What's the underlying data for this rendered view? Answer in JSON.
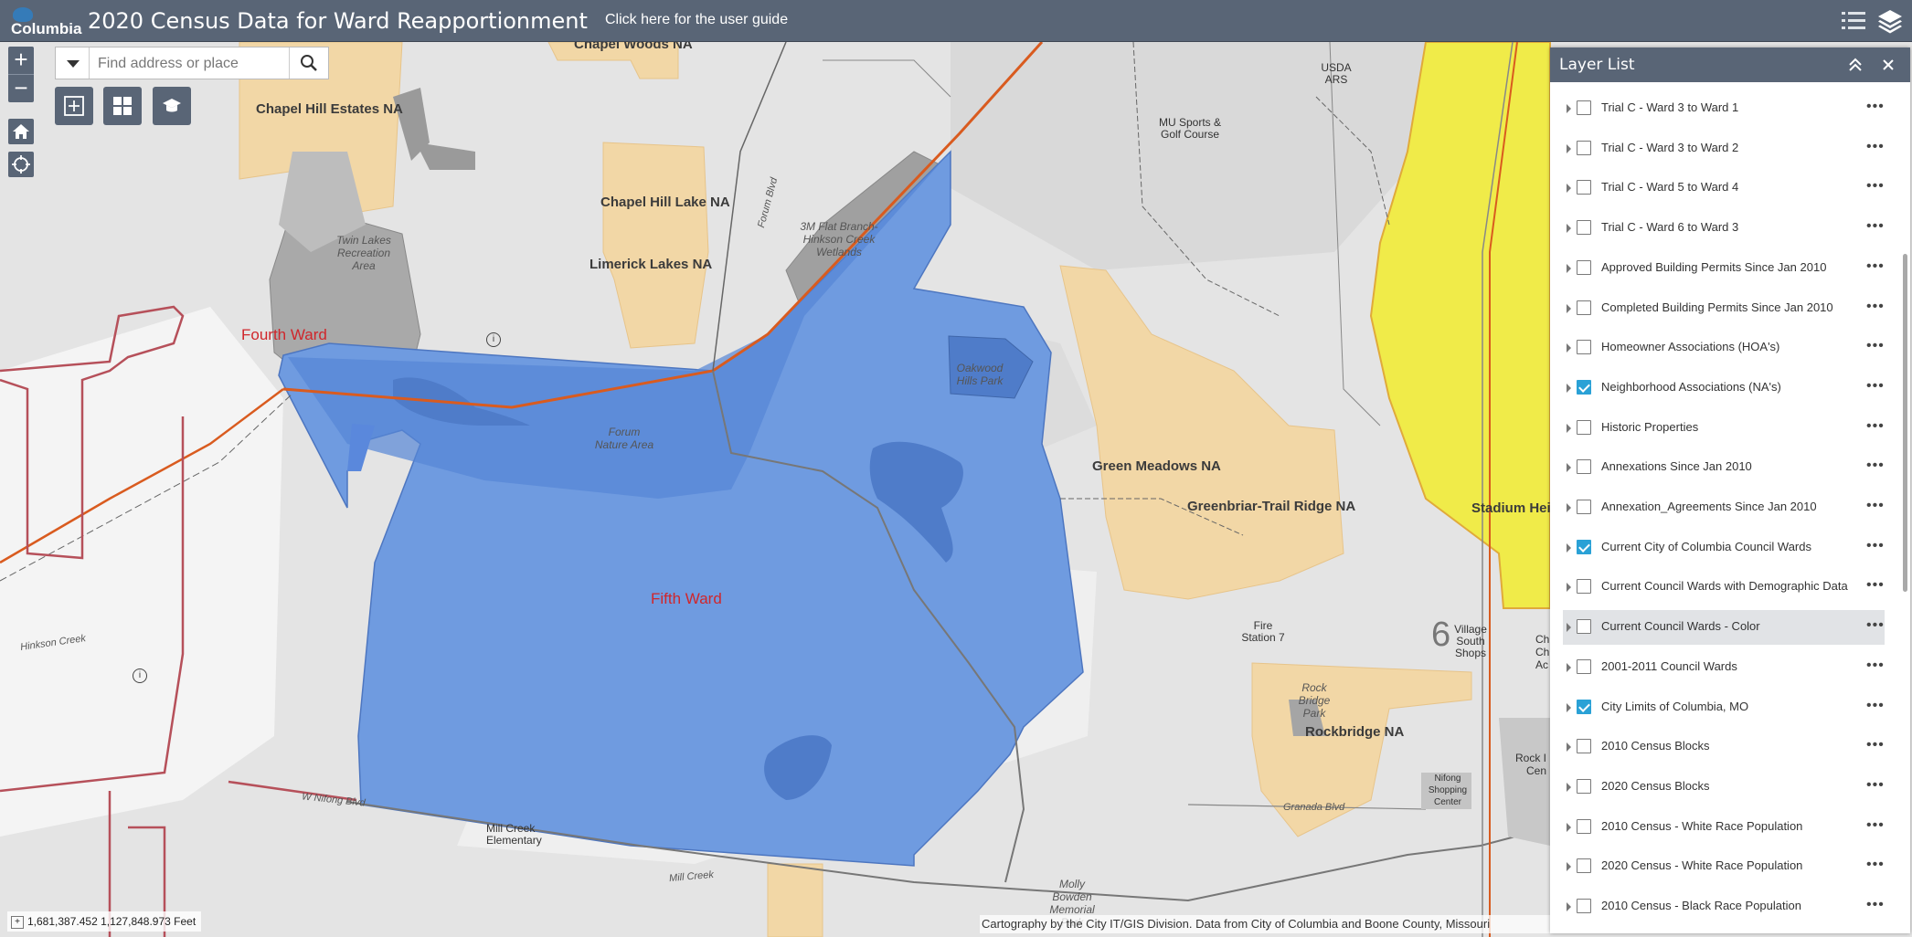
{
  "header": {
    "logo_text": "Columbia",
    "title": "2020 Census Data for Ward Reapportionment",
    "guide_link": "Click here for the user guide"
  },
  "search": {
    "placeholder": "Find address or place"
  },
  "map": {
    "labels": {
      "chapel_woods": "Chapel Woods NA",
      "chapel_hill_estates": "Chapel Hill Estates NA",
      "chapel_hill_lake": "Chapel Hill Lake NA",
      "limerick_lakes": "Limerick Lakes NA",
      "green_meadows": "Green Meadows NA",
      "greenbriar": "Greenbriar-Trail Ridge NA",
      "rockbridge": "Rockbridge NA",
      "stadium": "Stadium Heig",
      "fourth_ward": "Fourth Ward",
      "fifth_ward": "Fifth Ward",
      "twin_lakes": "Twin Lakes Recreation Area",
      "forum_nature": "Forum Nature Area",
      "oakwood": "Oakwood Hills Park",
      "three_m": "3M Flat Branch-Hinkson Creek Wetlands",
      "mu_sports": "MU Sports & Golf Course",
      "usda": "USDA ARS",
      "fire_station": "Fire Station 7",
      "village_south": "Village South Shops",
      "ward_number": "6",
      "mill_creek_elem": "Mill Creek Elementary",
      "molly_bowden": "Molly Bowden Memorial Park",
      "rock_bridge_park": "Rock Bridge Park",
      "nifong": "Nifong Shopping Center",
      "hinkson_creek": "Hinkson Creek",
      "forum_blvd": "Forum Blvd",
      "granada_blvd": "Granada Blvd",
      "mill_creek": "Mill Creek",
      "w_nifong": "W Nifong Blvd",
      "rock": "Rock I",
      "cen": "Cen",
      "ch1": "Ch",
      "ch2": "Ch",
      "ac": "Ac"
    },
    "coords": "1,681,387.452 1,127,848.973 Feet",
    "attribution": "Cartography by the City IT/GIS Division. Data from City of Columbia and Boone County, Missouri"
  },
  "layer_list": {
    "title": "Layer List",
    "items": [
      {
        "label": "Trial C - Ward 3 to Ward 1",
        "checked": false
      },
      {
        "label": "Trial C - Ward 3 to Ward 2",
        "checked": false
      },
      {
        "label": "Trial C - Ward 5 to Ward 4",
        "checked": false
      },
      {
        "label": "Trial C - Ward 6 to Ward 3",
        "checked": false
      },
      {
        "label": "Approved Building Permits Since Jan 2010",
        "checked": false
      },
      {
        "label": "Completed Building Permits Since Jan 2010",
        "checked": false
      },
      {
        "label": "Homeowner Associations (HOA's)",
        "checked": false
      },
      {
        "label": "Neighborhood Associations (NA's)",
        "checked": true
      },
      {
        "label": "Historic Properties",
        "checked": false
      },
      {
        "label": "Annexations Since Jan 2010",
        "checked": false
      },
      {
        "label": "Annexation_Agreements Since Jan 2010",
        "checked": false
      },
      {
        "label": "Current City of Columbia Council Wards",
        "checked": true
      },
      {
        "label": "Current Council Wards with Demographic Data",
        "checked": false
      },
      {
        "label": "Current Council Wards - Color",
        "checked": false,
        "selected": true
      },
      {
        "label": "2001-2011 Council Wards",
        "checked": false
      },
      {
        "label": "City Limits of Columbia, MO",
        "checked": true
      },
      {
        "label": "2010 Census Blocks",
        "checked": false
      },
      {
        "label": "2020 Census Blocks",
        "checked": false
      },
      {
        "label": "2010 Census - White Race Population",
        "checked": false
      },
      {
        "label": "2020 Census - White Race Population",
        "checked": false
      },
      {
        "label": "2010 Census - Black Race Population",
        "checked": false
      }
    ],
    "more_glyph": "•••"
  },
  "colors": {
    "header_bg": "#596576",
    "fifth_ward_fill": "#6f9be0",
    "neighborhood_fill": "#f2d7a6",
    "sixth_ward_fill": "#f0eb49",
    "checkbox_on": "#2aa1d6"
  }
}
